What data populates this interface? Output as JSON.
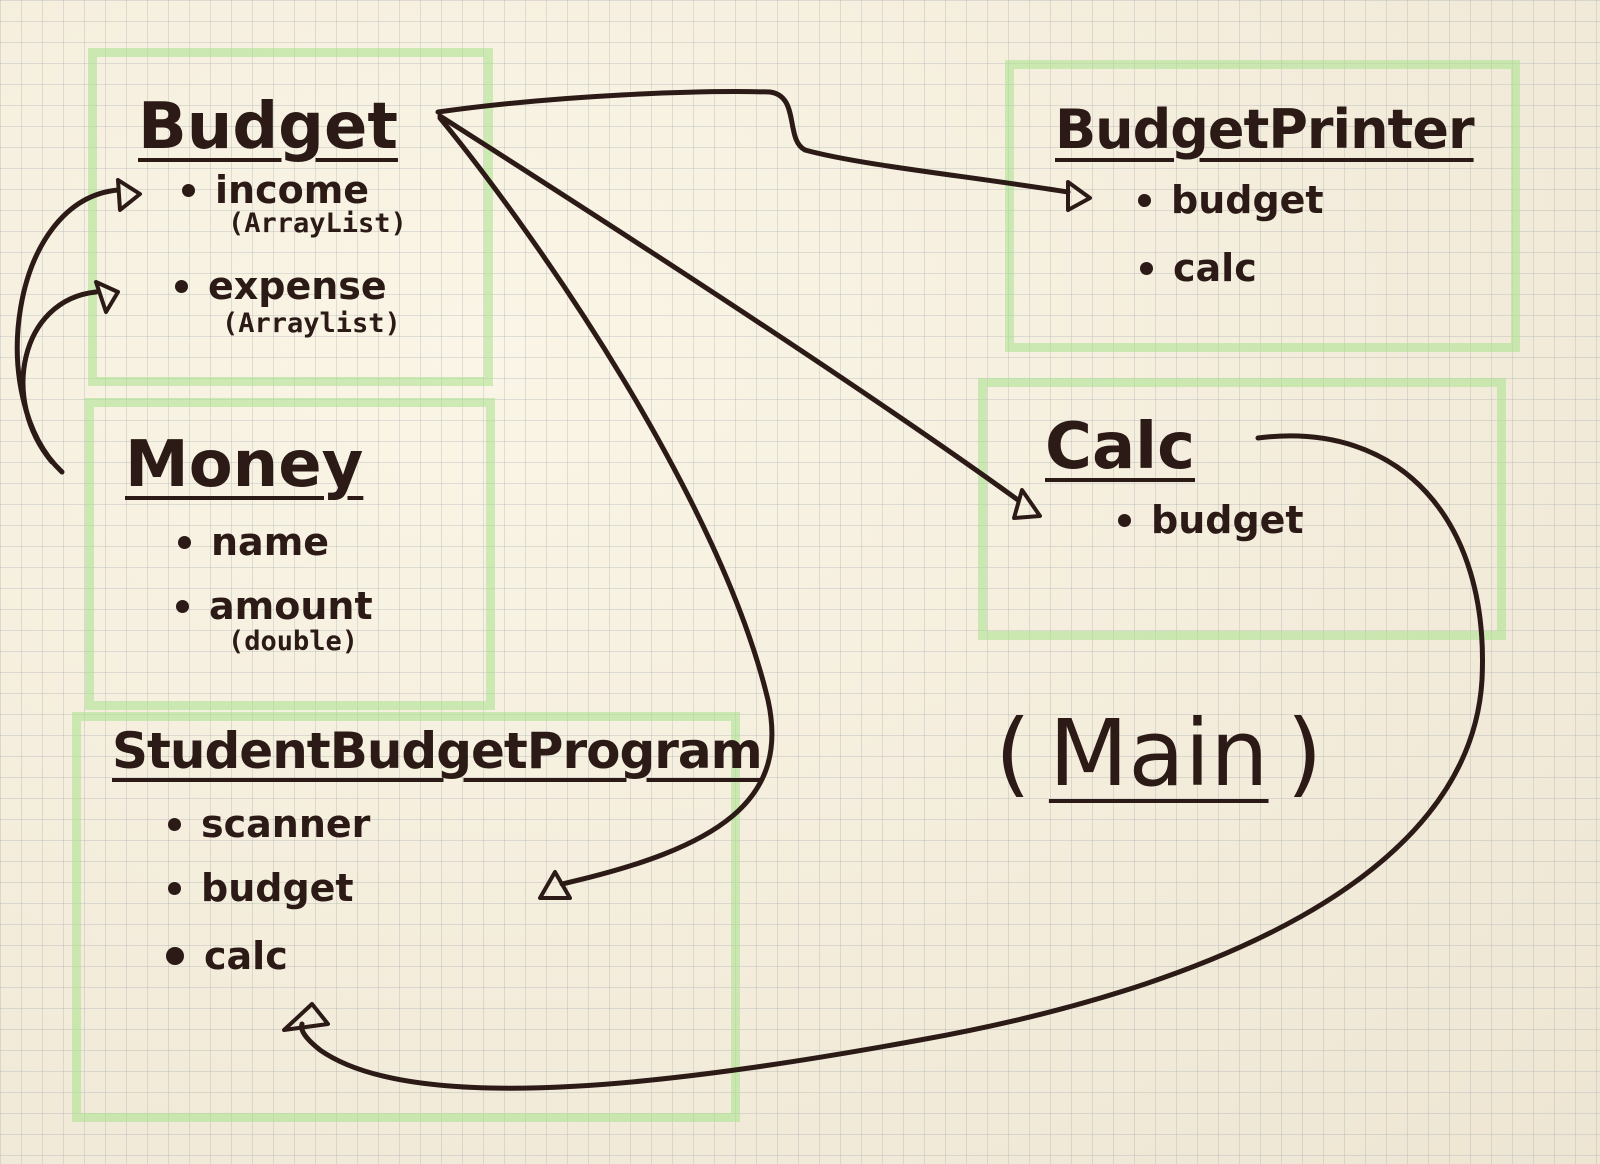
{
  "classes": {
    "budget": {
      "title": "Budget",
      "attributes": [
        {
          "name": "income",
          "type": "(ArrayList)"
        },
        {
          "name": "expense",
          "type": "(Arraylist)"
        }
      ]
    },
    "money": {
      "title": "Money",
      "attributes": [
        {
          "name": "name",
          "type": ""
        },
        {
          "name": "amount",
          "type": "(double)"
        }
      ]
    },
    "student_budget_program": {
      "title": "StudentBudgetProgram",
      "attributes": [
        {
          "name": "scanner"
        },
        {
          "name": "budget"
        },
        {
          "name": "calc"
        }
      ]
    },
    "budget_printer": {
      "title": "BudgetPrinter",
      "attributes": [
        {
          "name": "budget"
        },
        {
          "name": "calc"
        }
      ]
    },
    "calc": {
      "title": "Calc",
      "attributes": [
        {
          "name": "budget"
        }
      ]
    }
  },
  "main_label": {
    "open": "(",
    "word": "Main",
    "close": ")"
  },
  "colors": {
    "ink": "#2b1a16",
    "box_highlight": "#aae18c",
    "paper": "#f4eedf",
    "grid": "#96a0aa"
  },
  "relationships": [
    {
      "from": "Budget",
      "to": "BudgetPrinter.budget"
    },
    {
      "from": "Budget",
      "to": "Calc.budget"
    },
    {
      "from": "Budget",
      "to": "StudentBudgetProgram.budget"
    },
    {
      "from": "Money",
      "to": "Budget.income"
    },
    {
      "from": "Money",
      "to": "Budget.expense"
    },
    {
      "from": "Calc",
      "to": "StudentBudgetProgram.calc"
    }
  ]
}
